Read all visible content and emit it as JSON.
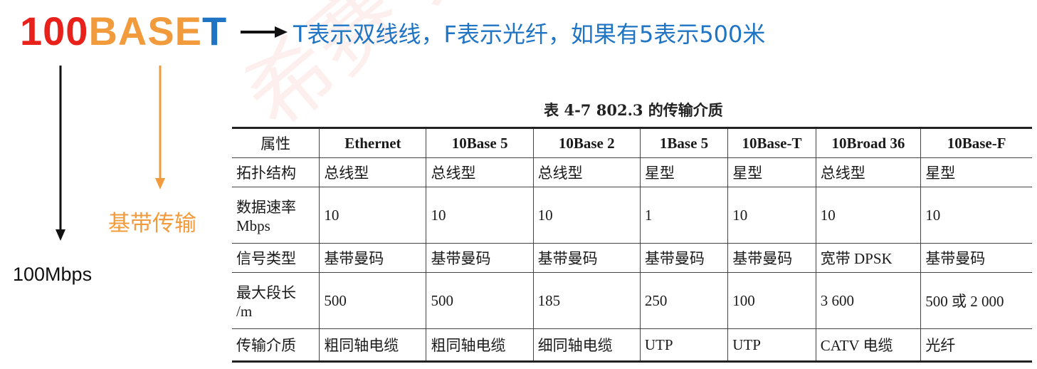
{
  "heading": {
    "part_number": "100",
    "part_base": "BASE",
    "part_type": "T",
    "annotation": "T表示双线线，F表示光纤，如果有5表示500米",
    "colors": {
      "number": "#e8211a",
      "base": "#f29b3d",
      "type": "#1f74c4"
    }
  },
  "labels": {
    "baseband": "基带传输",
    "speed": "100Mbps"
  },
  "table": {
    "caption": "表 4-7    802.3 的传输介质",
    "headers": [
      "属性",
      "Ethernet",
      "10Base 5",
      "10Base 2",
      "1Base 5",
      "10Base-T",
      "10Broad 36",
      "10Base-F"
    ],
    "rows": [
      {
        "attr": [
          "拓扑结构"
        ],
        "cells": [
          "总线型",
          "总线型",
          "总线型",
          "星型",
          "星型",
          "总线型",
          "星型"
        ]
      },
      {
        "attr": [
          "数据速率",
          "Mbps"
        ],
        "cells": [
          "10",
          "10",
          "10",
          "1",
          "10",
          "10",
          "10"
        ]
      },
      {
        "attr": [
          "信号类型"
        ],
        "cells": [
          "基带曼码",
          "基带曼码",
          "基带曼码",
          "基带曼码",
          "基带曼码",
          "宽带 DPSK",
          "基带曼码"
        ]
      },
      {
        "attr": [
          "最大段长",
          "/m"
        ],
        "cells": [
          "500",
          "500",
          "185",
          "250",
          "100",
          "3 600",
          "500 或 2 000"
        ]
      },
      {
        "attr": [
          "传输介质"
        ],
        "cells": [
          "粗同轴电缆",
          "粗同轴电缆",
          "细同轴电缆",
          "UTP",
          "UTP",
          "CATV 电缆",
          "光纤"
        ]
      }
    ]
  }
}
